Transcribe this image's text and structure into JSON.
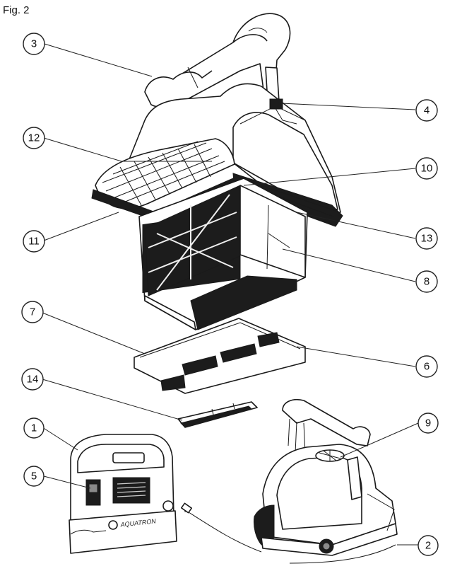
{
  "figure": {
    "title": "Fig. 2"
  },
  "callouts": [
    "1",
    "2",
    "3",
    "4",
    "5",
    "6",
    "7",
    "8",
    "9",
    "10",
    "11",
    "12",
    "13",
    "14"
  ],
  "supply_unit": {
    "brand_text": "AQUATRON"
  }
}
